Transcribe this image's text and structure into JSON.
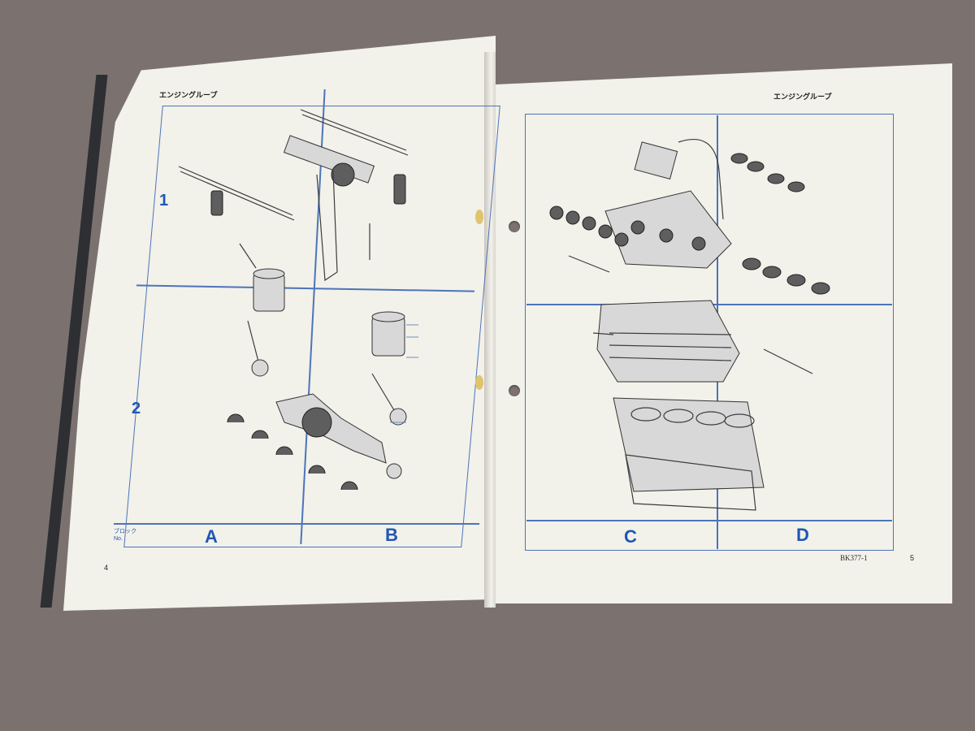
{
  "left_page": {
    "header": "エンジングループ",
    "row_labels": [
      "1",
      "2"
    ],
    "column_labels": [
      "A",
      "B"
    ],
    "block_label": "ブロック",
    "block_no": "No.",
    "page_number": "4"
  },
  "right_page": {
    "header": "エンジングループ",
    "column_labels": [
      "C",
      "D"
    ],
    "catalog_code": "BK377-1",
    "page_number": "5"
  },
  "colors": {
    "frame": "#4c74b9",
    "label": "#1f57b3",
    "paper": "#f2f1ea",
    "table": "#7b7270"
  }
}
